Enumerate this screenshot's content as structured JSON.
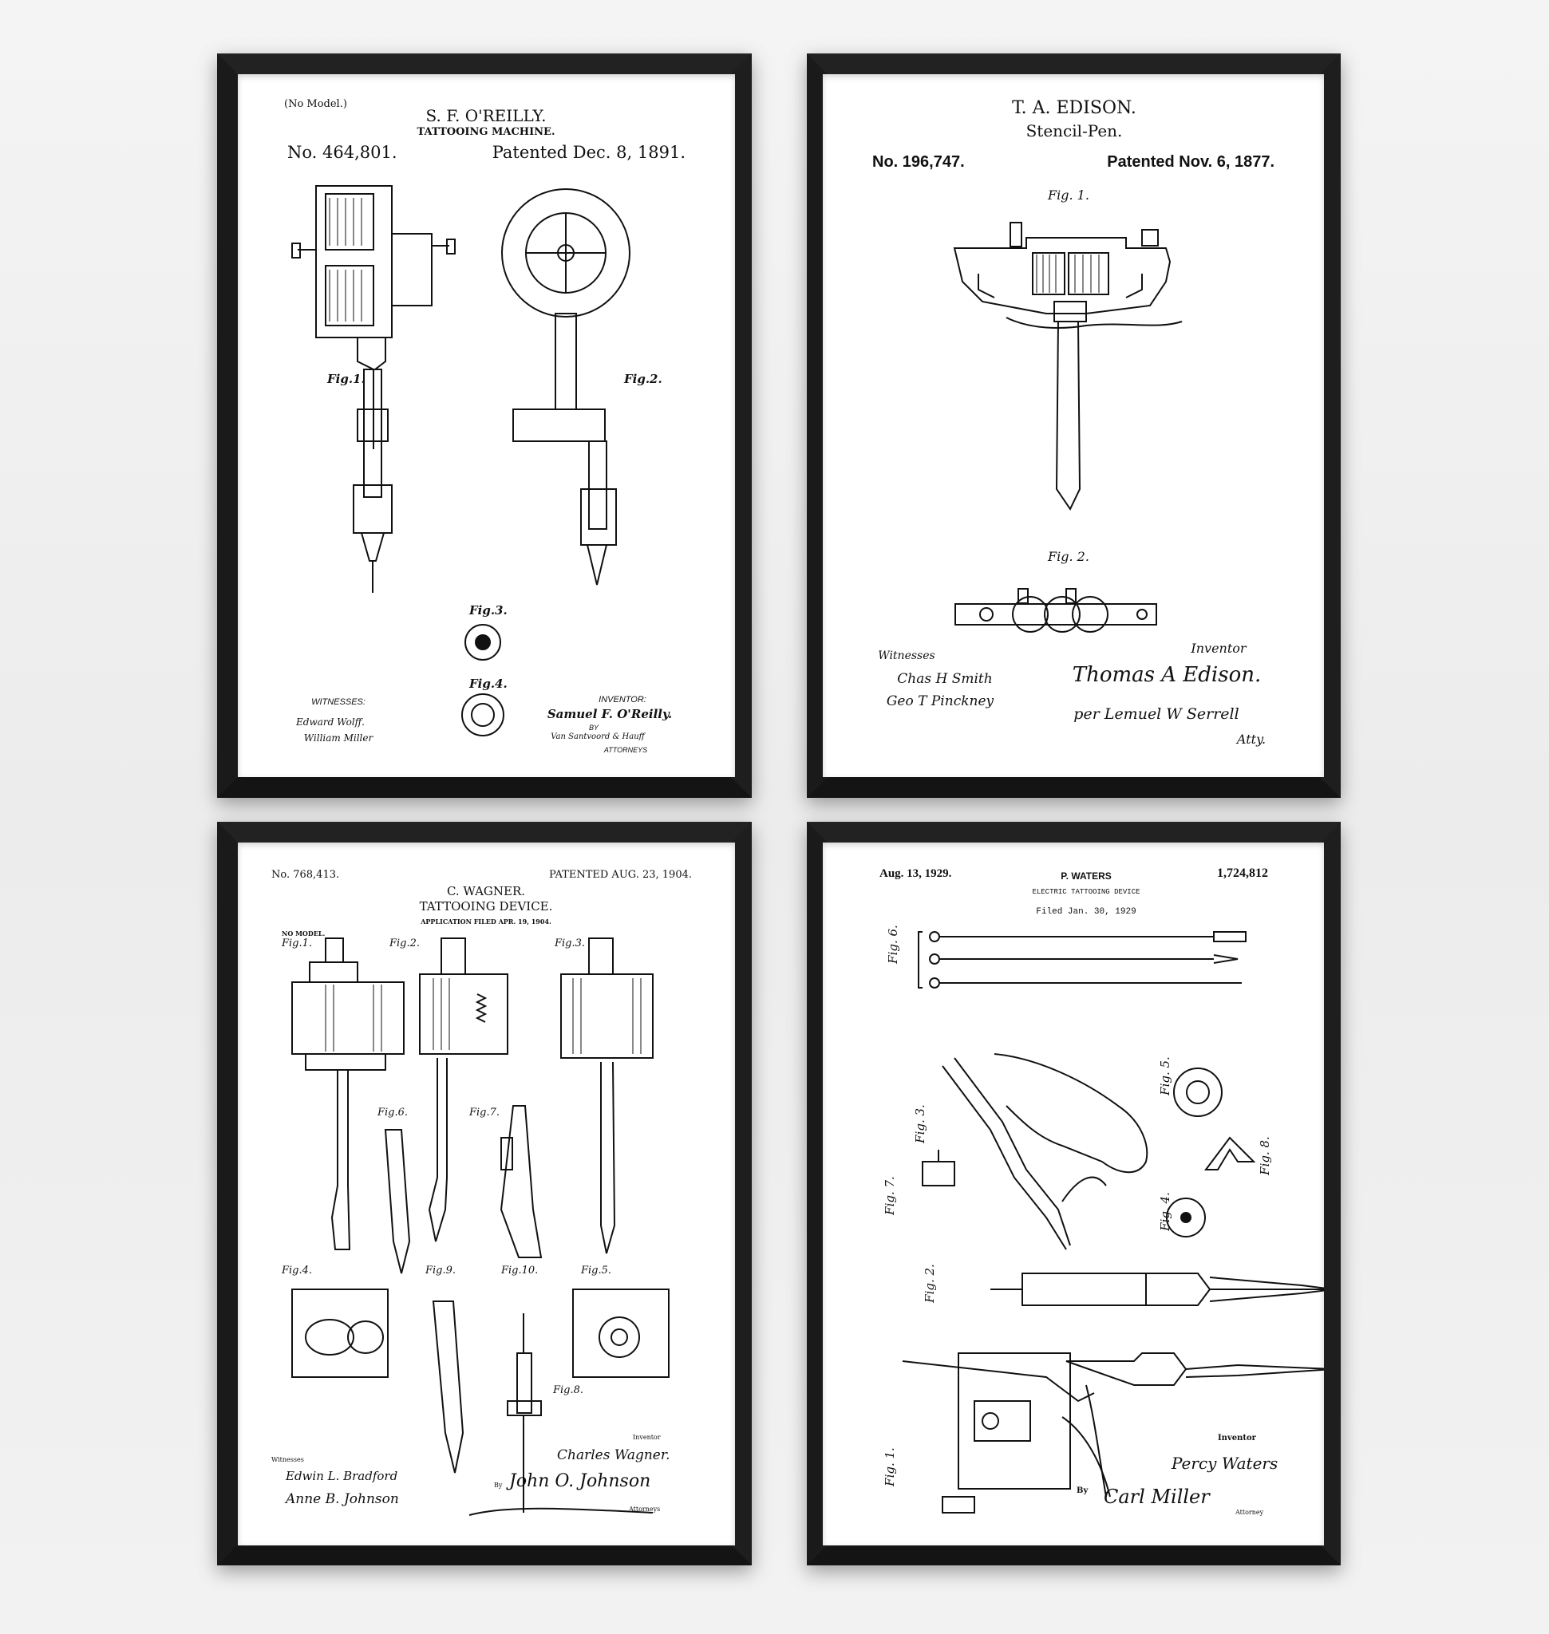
{
  "colors": {
    "frame": "#1b1b1b",
    "mat": "#ffffff",
    "wall": "#f0f0f0",
    "ink": "#111111"
  },
  "posters": [
    {
      "no_model": "(No Model.)",
      "inventor_name": "S. F. O'REILLY.",
      "title": "TATTOOING MACHINE.",
      "number": "No. 464,801.",
      "patented": "Patented Dec. 8, 1891.",
      "figures": [
        "Fig.1.",
        "Fig.2.",
        "Fig.3.",
        "Fig.4."
      ],
      "witnesses_label": "WITNESSES:",
      "witnesses": [
        "Edward Wolff.",
        "William Miller"
      ],
      "inventor_label": "INVENTOR:",
      "inventor_signature": "Samuel F. O'Reilly.",
      "by": "BY",
      "attorney_signature": "Van Santvoord & Hauff",
      "attorneys_label": "ATTORNEYS"
    },
    {
      "inventor_name": "T. A. EDISON.",
      "title": "Stencil-Pen.",
      "number": "No. 196,747.",
      "patented": "Patented Nov. 6, 1877.",
      "figures": [
        "Fig. 1.",
        "Fig. 2."
      ],
      "witnesses_label": "Witnesses",
      "witnesses": [
        "Chas H Smith",
        "Geo T Pinckney"
      ],
      "inventor_label": "Inventor",
      "inventor_signature": "Thomas A Edison.",
      "attorney_signature": "per Lemuel W Serrell",
      "attorneys_label": "Atty."
    },
    {
      "number": "No. 768,413.",
      "patented": "PATENTED AUG. 23, 1904.",
      "inventor_name": "C. WAGNER.",
      "title": "TATTOOING DEVICE.",
      "application": "APPLICATION FILED APR. 19, 1904.",
      "no_model": "NO MODEL.",
      "figures": [
        "Fig.1.",
        "Fig.2.",
        "Fig.3.",
        "Fig.6.",
        "Fig.7.",
        "Fig.4.",
        "Fig.9.",
        "Fig.10.",
        "Fig.5.",
        "Fig.8."
      ],
      "witnesses_label": "Witnesses",
      "witnesses": [
        "Edwin L. Bradford",
        "Anne B. Johnson"
      ],
      "inventor_label": "Inventor",
      "inventor_signature": "Charles Wagner.",
      "by": "By",
      "attorney_signature": "John O. Johnson",
      "attorneys_label": "Attorneys"
    },
    {
      "date": "Aug. 13, 1929.",
      "inventor_name": "P. WATERS",
      "number": "1,724,812",
      "title": "ELECTRIC TATTOOING DEVICE",
      "filed": "Filed Jan. 30, 1929",
      "figures": [
        "Fig. 6.",
        "Fig. 3.",
        "Fig. 7.",
        "Fig. 2.",
        "Fig. 1.",
        "Fig. 5.",
        "Fig. 4.",
        "Fig. 8."
      ],
      "inventor_label": "Inventor",
      "inventor_signature": "Percy Waters",
      "by": "By",
      "attorney_signature": "Carl Miller",
      "attorneys_label": "Attorney"
    }
  ]
}
